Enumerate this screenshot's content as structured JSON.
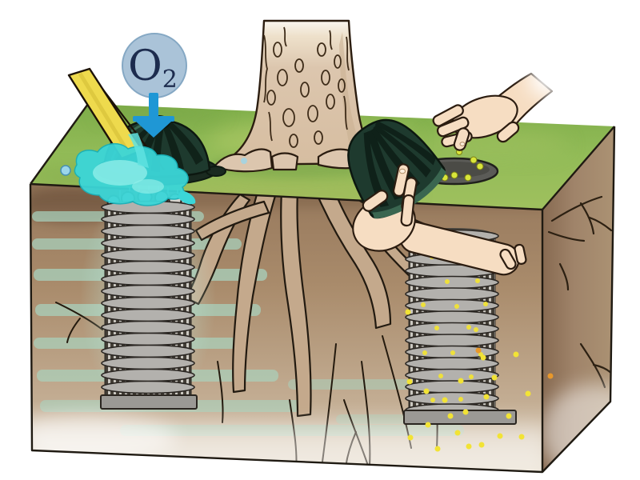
{
  "figure": {
    "alt": "Cross-section of soil beneath a tree showing two buried root-aeration tubes: the left tube is capped with a vented dome being watered (oxygen entering), while on the right a hand has removed the dome cap and another hand drops fertilizer granules into the open tube",
    "oxygen_label": {
      "symbol": "O",
      "subscript": "2"
    },
    "colors": {
      "background": "#ffffff",
      "grass": "#8fb952",
      "soil_front": "#a5876a",
      "soil_side": "#97795c",
      "water": "#3bd6d8",
      "water_streak": "#a8d4c0",
      "oxygen_badge": "#aac3d8",
      "oxygen_text": "#1d2c4e",
      "arrow": "#1f97d5",
      "cap": "#1e3a2e",
      "tube": "#b3b1ad",
      "tube_slot": "#433e36",
      "tube_base": "#9b9995",
      "granule": "#f2e335",
      "granule_orange": "#e8982b",
      "trunk": "#dcc6ae",
      "root": "#c4a98c",
      "skin": "#f6ddc2",
      "wand": "#eeda4d",
      "outline": "#221a10"
    }
  }
}
